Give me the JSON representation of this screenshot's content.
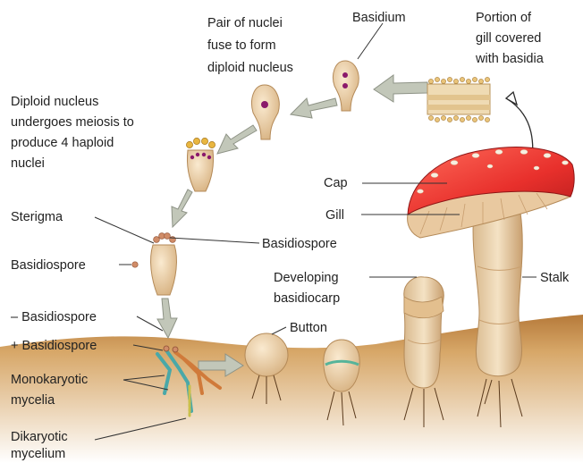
{
  "labels": {
    "pair_of_nuclei": [
      "Pair of nuclei",
      "fuse to form",
      "diploid nucleus"
    ],
    "basidium": "Basidium",
    "portion_of_gill": [
      "Portion of",
      "gill covered",
      "with basidia"
    ],
    "diploid_meiosis": [
      "Diploid nucleus",
      "undergoes meiosis to",
      "produce 4 haploid",
      "nuclei"
    ],
    "cap": "Cap",
    "gill": "Gill",
    "sterigma": "Sterigma",
    "basidiospore_right": "Basidiospore",
    "basidiospore_left": "Basidiospore",
    "developing_basidiocarp": [
      "Developing",
      "basidiocarp"
    ],
    "stalk": "Stalk",
    "minus_basidiospore": "– Basidiospore",
    "button": "Button",
    "plus_basidiospore": "+ Basidiospore",
    "monokaryotic_mycelia": [
      "Monokaryotic",
      "mycelia"
    ],
    "dikaryotic_mycelium": [
      "Dikaryotic",
      "mycelium"
    ]
  },
  "colors": {
    "cap_red": "#e8302c",
    "soil": "#c9924f",
    "basidium": "#efd2a6",
    "nucleus": "#8b1a6b",
    "arrow": "#c2c7b9"
  }
}
